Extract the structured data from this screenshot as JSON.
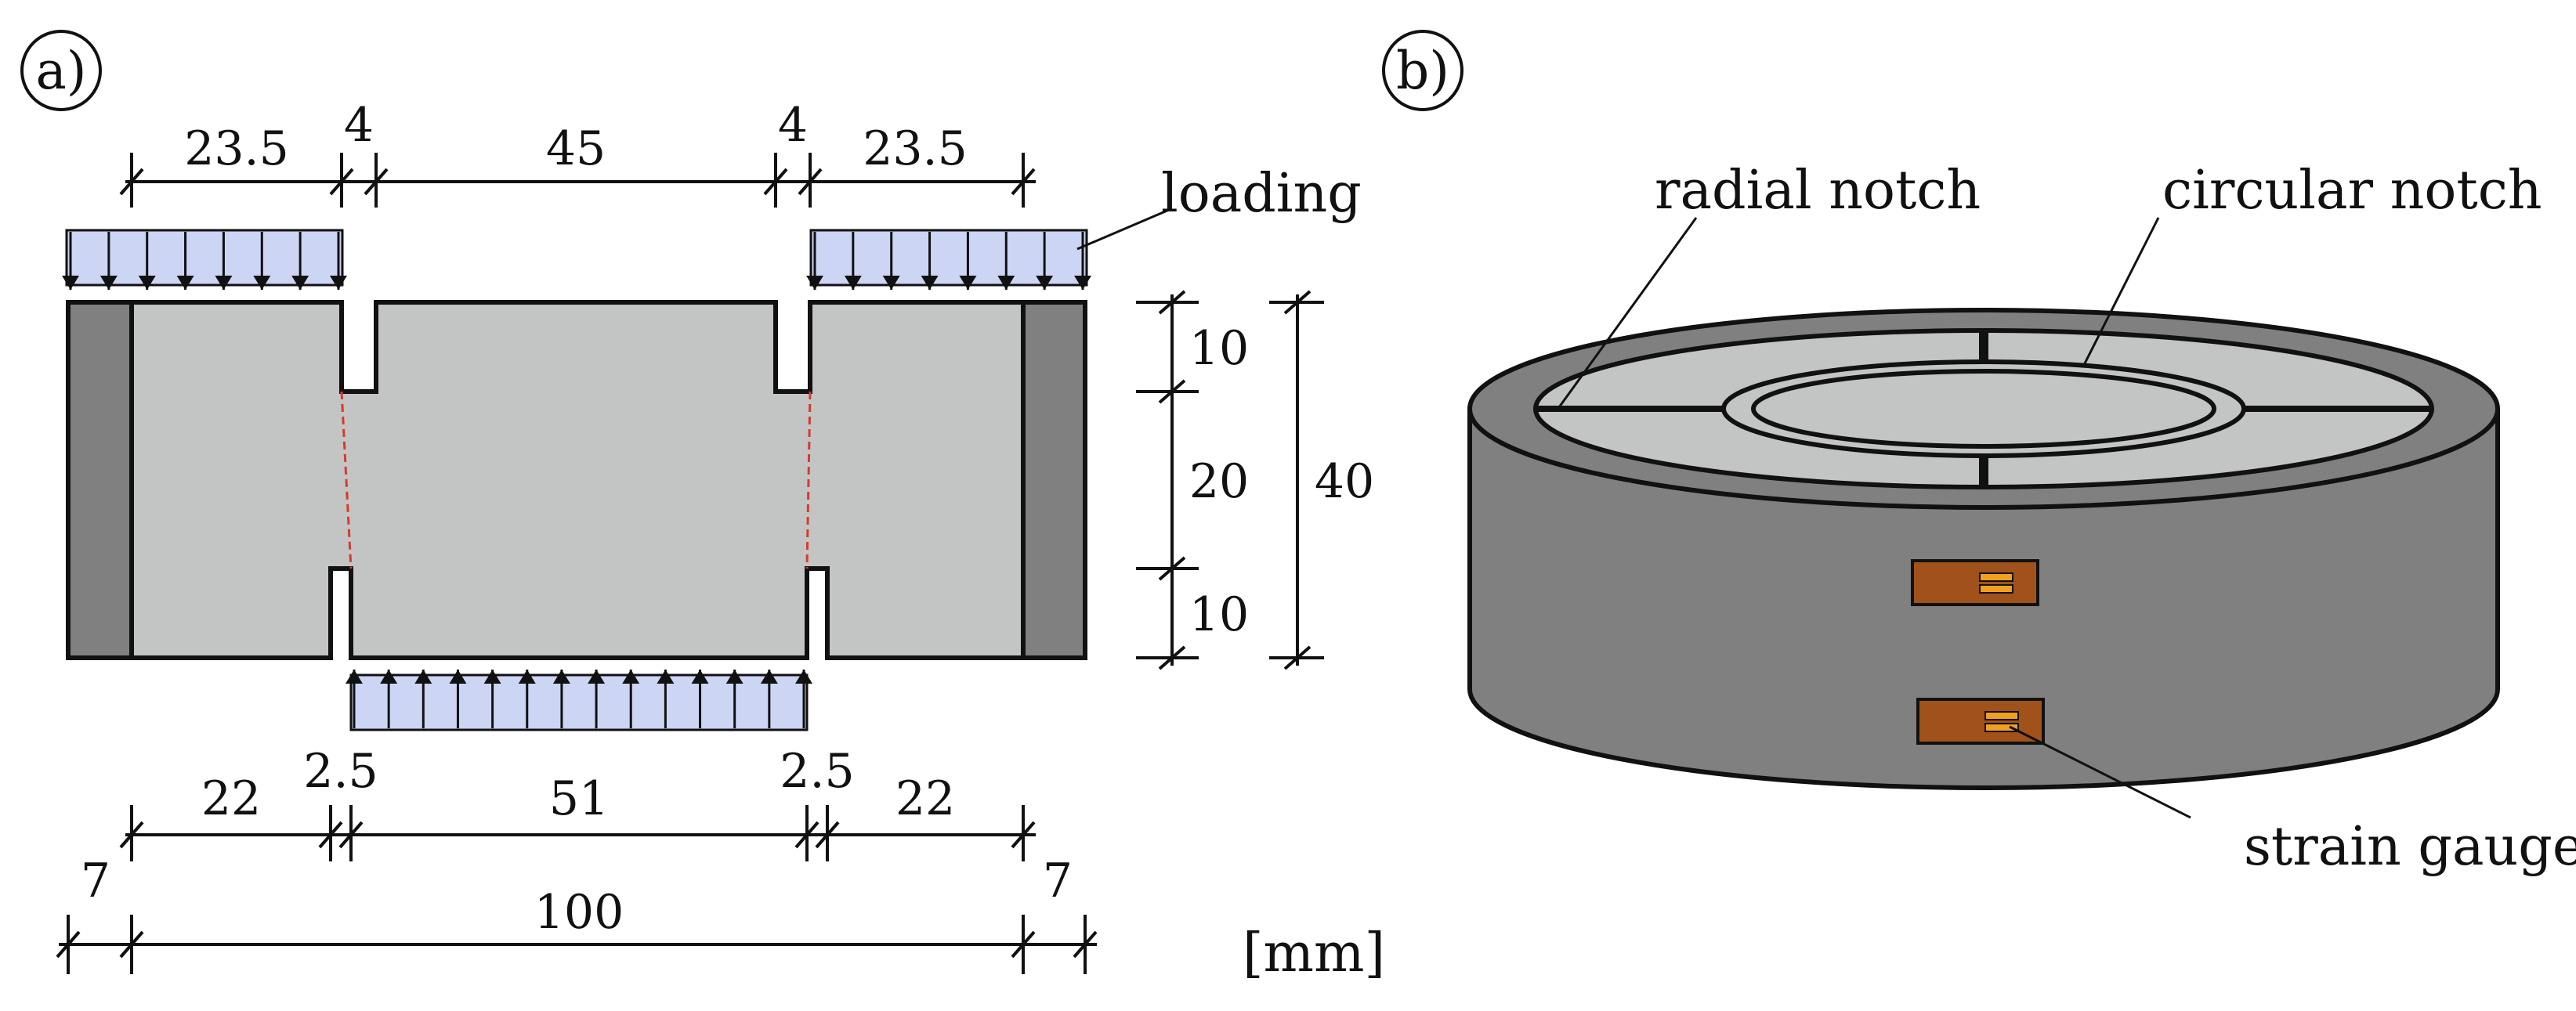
{
  "panel_a": {
    "label": "a)",
    "top_dims": [
      "23.5",
      "4",
      "45",
      "4",
      "23.5"
    ],
    "right_dims": [
      "10",
      "20",
      "10"
    ],
    "right_total": "40",
    "bottom_dims": [
      "22",
      "2.5",
      "51",
      "2.5",
      "22"
    ],
    "overall_dims": [
      "7",
      "100",
      "7"
    ],
    "loading_label": "loading",
    "unit_label": "[mm]"
  },
  "panel_b": {
    "label": "b)",
    "radial_notch_label": "radial notch",
    "circular_notch_label": "circular notch",
    "strain_gauge_label": "strain gauge"
  },
  "colors": {
    "specimen_fill": "#c3c5c4",
    "steel_plate_fill": "#808080",
    "load_fill": "#cdd5f5",
    "crack_line": "#d83a2a",
    "gauge_fill": "#a0521a",
    "gauge_grid": "#f0a020"
  }
}
